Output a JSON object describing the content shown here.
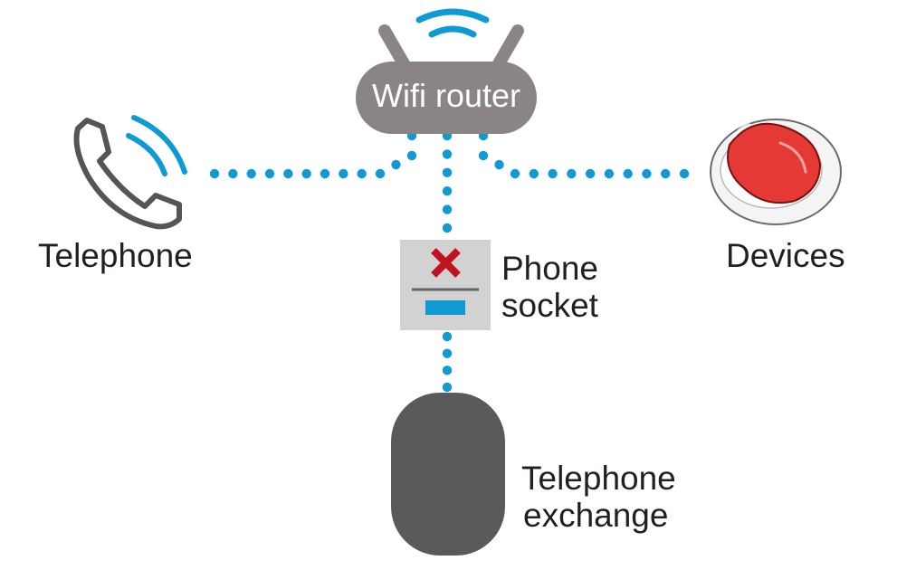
{
  "colors": {
    "link_dots": "#0f9ad6",
    "wifi_waves": "#0f9ad6",
    "router_body": "#8a8484",
    "exchange_body": "#5a5a5a",
    "socket_box": "#d2d2d2",
    "socket_cross": "#c1121f",
    "socket_connector": "#0f9ad6",
    "device_button": "#e53935",
    "telephone_icon": "#555555"
  },
  "nodes": {
    "router": {
      "label": "Wifi router",
      "icon": "router-icon"
    },
    "telephone": {
      "label": "Telephone",
      "icon": "telephone-icon"
    },
    "devices": {
      "label": "Devices",
      "icon": "alarm-button-icon"
    },
    "socket": {
      "label_line1": "Phone",
      "label_line2": "socket",
      "icon": "phone-socket-icon"
    },
    "exchange": {
      "label_line1": "Telephone",
      "label_line2": "exchange",
      "icon": "exchange-icon"
    }
  },
  "links": [
    {
      "from": "router",
      "to": "telephone",
      "style": "dotted"
    },
    {
      "from": "router",
      "to": "devices",
      "style": "dotted"
    },
    {
      "from": "router",
      "to": "socket",
      "style": "dotted"
    },
    {
      "from": "socket",
      "to": "exchange",
      "style": "dotted"
    }
  ]
}
